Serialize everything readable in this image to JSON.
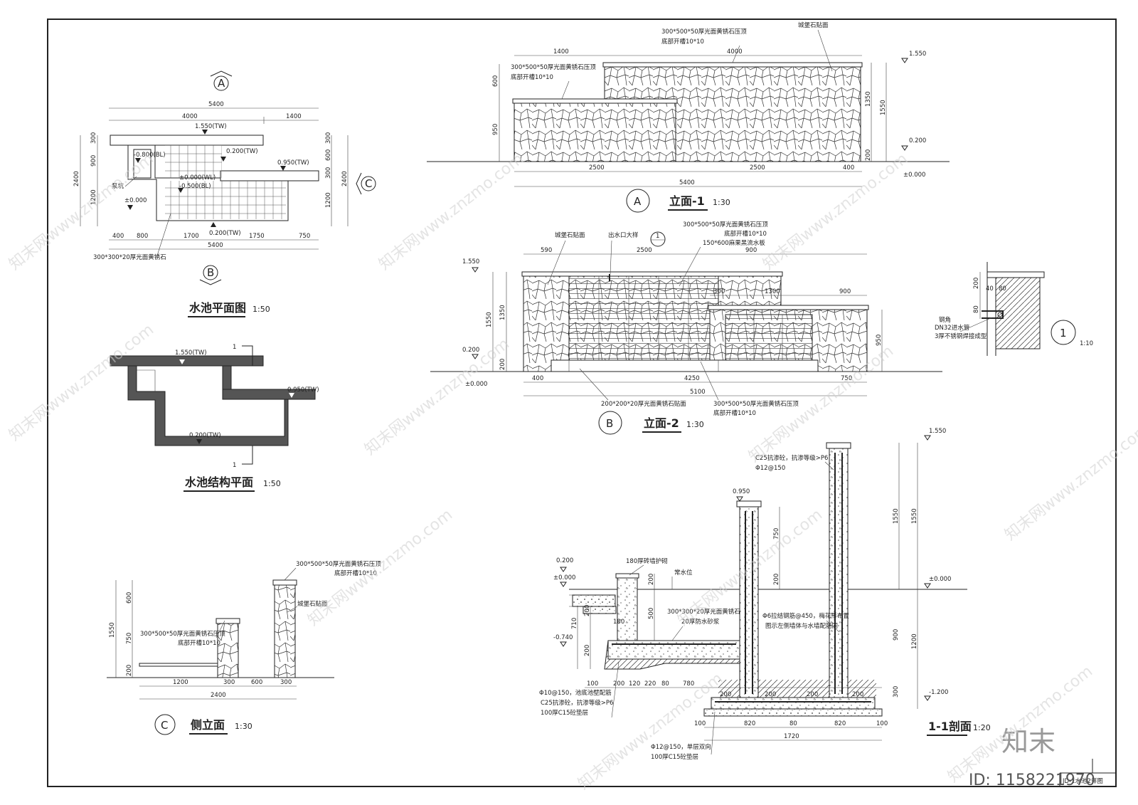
{
  "drawing": {
    "sheet_label": "JD-1水池2详图",
    "brand": "知末",
    "id_text": "ID: 1158221970",
    "watermark": "知末网www.znzmo.com"
  },
  "plan": {
    "title": "水池平面图",
    "scale": "1:50",
    "bubble_top": "A",
    "bubble_bottom": "B",
    "bubble_right": "C",
    "dims_top": [
      "5400",
      "4000",
      "1400"
    ],
    "dims_bottom": [
      "400",
      "800",
      "1700",
      "1750",
      "750",
      "5400"
    ],
    "dims_left": [
      "300",
      "900",
      "1200",
      "2400"
    ],
    "dims_right": [
      "300",
      "600",
      "300",
      "1200",
      "2400"
    ],
    "levels": [
      "1.550(TW)",
      "-0.800(BL)",
      "0.200(TW)",
      "0.950(TW)",
      "±0.000(WL)",
      "-0.500(BL)",
      "±0.000",
      "0.200(TW)"
    ],
    "notes": [
      "泵坑",
      "300*300*20厚光面黄锈石"
    ]
  },
  "structure": {
    "title": "水池结构平面",
    "scale": "1:50",
    "cut_mark": "1",
    "levels": [
      "1.550(TW)",
      "0.950(TW)",
      "0.200(TW)"
    ]
  },
  "side": {
    "bubble": "C",
    "title": "侧立面",
    "scale": "1:30",
    "dims_left": [
      "600",
      "1550",
      "750",
      "200"
    ],
    "dims_bottom": [
      "1200",
      "300",
      "600",
      "300",
      "2400"
    ],
    "notes": [
      "300*500*50厚光面黄锈石压顶",
      "底部开槽10*10",
      "城堡石贴面",
      "300*500*50厚光面黄锈石压顶",
      "底部开槽10*10"
    ]
  },
  "elev1": {
    "bubble": "A",
    "title": "立面-1",
    "scale": "1:30",
    "dims_top": [
      "1400",
      "4000"
    ],
    "dims_left": [
      "600",
      "950"
    ],
    "dims_right": [
      "1350",
      "1550",
      "200"
    ],
    "dims_bottom": [
      "2500",
      "2500",
      "400",
      "5400"
    ],
    "levels": [
      "1.550",
      "0.200",
      "±0.000"
    ],
    "notes": [
      "300*500*50厚光面黄锈石压顶",
      "底部开槽10*10",
      "城堡石贴面",
      "300*500*50厚光面黄锈石压顶",
      "底部开槽10*10"
    ]
  },
  "elev2": {
    "bubble": "B",
    "title": "立面-2",
    "scale": "1:30",
    "detail_ref": "1",
    "dims_top": [
      "590",
      "2500",
      "900",
      "300",
      "1300",
      "900"
    ],
    "dims_left": [
      "1550",
      "1350",
      "200"
    ],
    "dims_right": [
      "950"
    ],
    "dims_bottom": [
      "400",
      "4250",
      "750",
      "5100"
    ],
    "levels": [
      "1.550",
      "0.200",
      "±0.000"
    ],
    "notes": [
      "城堡石贴面",
      "出水口大样",
      "300*500*50厚光面黄锈石压顶",
      "底部开槽10*10",
      "150*600麻果黑流水板",
      "200*200*20厚光面黄锈石贴面",
      "300*500*50厚光面黄锈石压顶",
      "底部开槽10*10"
    ]
  },
  "detail1": {
    "bubble": "1",
    "scale": "1:10",
    "dims": [
      "200",
      "40",
      "80",
      "80"
    ],
    "notes": [
      "钢角",
      "DN32进水管",
      "3厚不锈钢焊接成型"
    ]
  },
  "section": {
    "title": "1-1剖面",
    "scale": "1:20",
    "levels": [
      "1.550",
      "0.950",
      "0.200",
      "±0.000",
      "-0.740",
      "±0.000",
      "-1.200"
    ],
    "dims_right": [
      "1550",
      "1550",
      "900",
      "1200",
      "300"
    ],
    "dims_mid": [
      "750",
      "200",
      "500",
      "200",
      "180",
      "710",
      "200",
      "200"
    ],
    "dims_bottom1": [
      "100",
      "200",
      "120",
      "220",
      "80",
      "780",
      "200",
      "200",
      "200",
      "200"
    ],
    "dims_bottom2": [
      "100",
      "820",
      "80",
      "820",
      "100",
      "1720"
    ],
    "notes": [
      "C25抗渗砼，抗渗等级>P6",
      "Φ12@150",
      "180厚砖墙护砌",
      "常水位",
      "300*300*20厚光面黄锈石",
      "20厚防水砂浆",
      "Φ6拉结钢筋@450，梅花形布置",
      "图示左侧墙体与水墙配筋同",
      "Φ10@150，池底池壁配筋",
      "C25抗渗砼，抗渗等级>P6",
      "100厚C15砼垫层",
      "Φ12@150，单层双向",
      "100厚C15砼垫层"
    ]
  }
}
